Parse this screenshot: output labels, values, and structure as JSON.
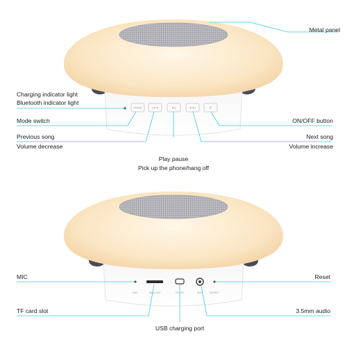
{
  "top_view": {
    "labels": {
      "metal_panel": "Metal panel",
      "charging_indicator": "Charging indicator light",
      "bluetooth_indicator": "Bluetooth indicator light",
      "mode_switch": "Mode switch",
      "previous_song": "Previous song",
      "volume_decrease": "Volume decrease",
      "on_off_button": "ON/OFF button",
      "next_song": "Next song",
      "volume_increase": "Volume increase",
      "play_pause": "Play pause",
      "pick_up_phone": "Pick up the phone/hang off"
    },
    "buttons": [
      "MODE",
      "|◄◄",
      "►||",
      "►►|",
      "⏻"
    ]
  },
  "bottom_view": {
    "labels": {
      "mic": "MIC",
      "reset": "Reset",
      "tf_card_slot": "TF card slot",
      "audio_jack": "3.5mm audio",
      "usb_charging_port": "USB charging port"
    },
    "port_labels": [
      "MIC",
      "Micro SD",
      "DC 5V",
      "AUX",
      "RESET"
    ]
  },
  "colors": {
    "leader_line": "#3cc8e0",
    "lamp_glow": "#fbe9c9",
    "lamp_body": "#ffffff",
    "grille": "#b4b4ba"
  }
}
